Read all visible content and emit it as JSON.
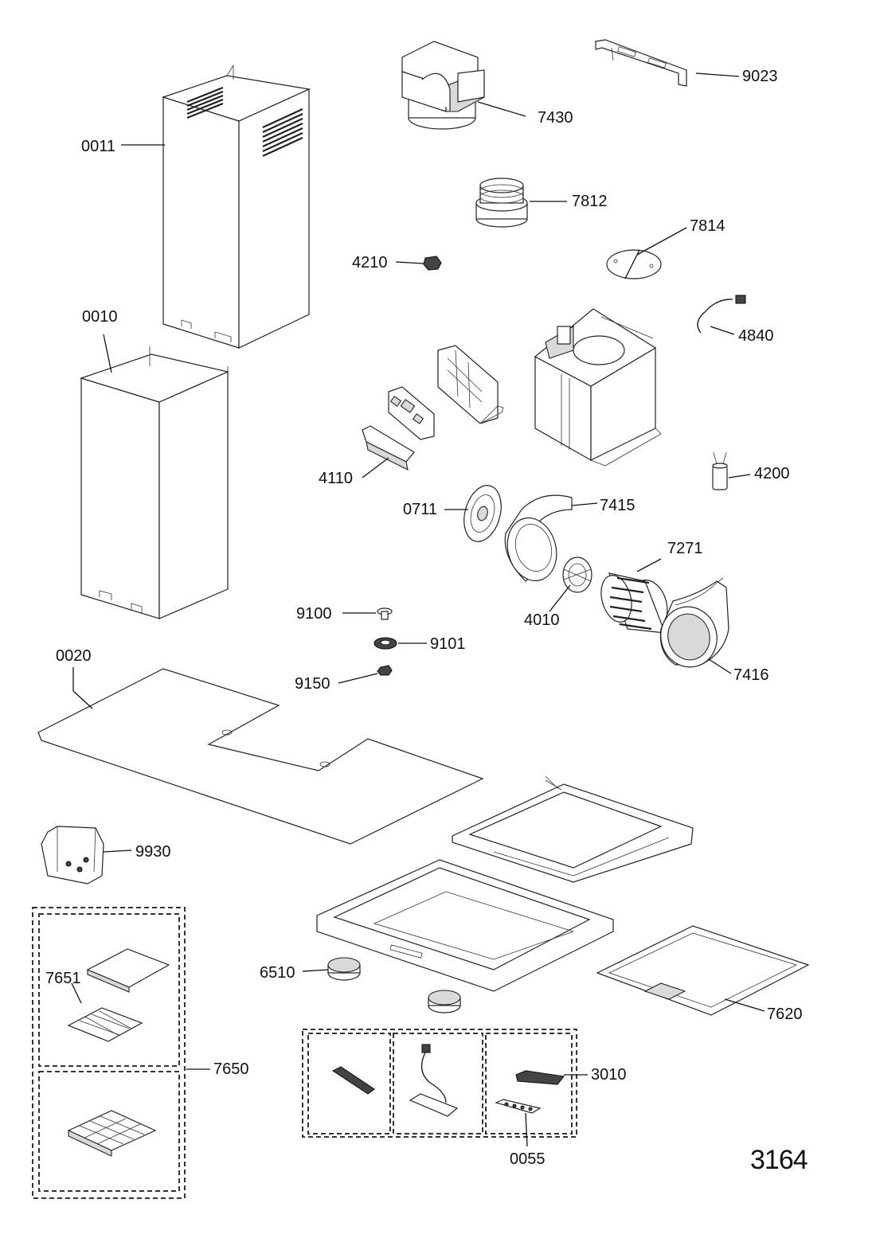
{
  "diagram": {
    "number": "3164",
    "labels": {
      "p9023": "9023",
      "p7430": "7430",
      "p0011": "0011",
      "p7812": "7812",
      "p7814": "7814",
      "p4210": "4210",
      "p4840": "4840",
      "p0010": "0010",
      "p4110": "4110",
      "p4200": "4200",
      "p0711": "0711",
      "p7415": "7415",
      "p7271": "7271",
      "p4010": "4010",
      "p9100": "9100",
      "p9101": "9101",
      "p9150": "9150",
      "p7416": "7416",
      "p0020": "0020",
      "p9930": "9930",
      "p7651": "7651",
      "p6510": "6510",
      "p7620": "7620",
      "p7650": "7650",
      "p3010": "3010",
      "p0055": "0055"
    }
  }
}
